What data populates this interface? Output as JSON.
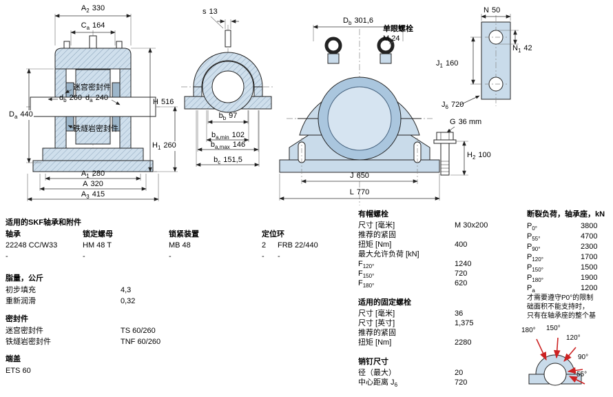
{
  "colors": {
    "drawing_fill": "#c9dbea",
    "hatch_line": "#8aa3ba",
    "load_arrow": "#cc2222"
  },
  "dims": {
    "A2": {
      "b": "A",
      "s": "2",
      "v": "330"
    },
    "Ca": {
      "b": "C",
      "s": "a",
      "v": "164"
    },
    "Da": {
      "b": "D",
      "s": "a",
      "v": "440"
    },
    "db": {
      "b": "d",
      "s": "b",
      "v": "260"
    },
    "da": {
      "b": "d",
      "s": "a",
      "v": "240"
    },
    "H": {
      "b": "H",
      "s": "",
      "v": "516"
    },
    "H1": {
      "b": "H",
      "s": "1",
      "v": "260"
    },
    "A1": {
      "b": "A",
      "s": "1",
      "v": "280"
    },
    "A": {
      "b": "A",
      "s": "",
      "v": "320"
    },
    "A3": {
      "b": "A",
      "s": "3",
      "v": "415"
    },
    "s": {
      "b": "s",
      "s": "",
      "v": "13"
    },
    "bb": {
      "b": "b",
      "s": "b",
      "v": "97"
    },
    "bamin": {
      "b": "b",
      "s": "a,min",
      "v": "102"
    },
    "bamax": {
      "b": "b",
      "s": "a,max",
      "v": "146"
    },
    "bc": {
      "b": "b",
      "s": "c",
      "v": "151,5"
    },
    "Db": {
      "b": "D",
      "s": "b",
      "v": "301,6"
    },
    "N": {
      "b": "N",
      "s": "",
      "v": "50"
    },
    "N1": {
      "b": "N",
      "s": "1",
      "v": "42"
    },
    "J1": {
      "b": "J",
      "s": "1",
      "v": "160"
    },
    "J6": {
      "b": "J",
      "s": "6",
      "v": "720"
    },
    "G": {
      "b": "G",
      "s": "",
      "v": "36 mm"
    },
    "H2": {
      "b": "H",
      "s": "2",
      "v": "100"
    },
    "J": {
      "b": "J",
      "s": "",
      "v": "650"
    },
    "L": {
      "b": "L",
      "s": "",
      "v": "770"
    }
  },
  "drawing_labels": {
    "labyrinth_seal": "迷宫密封件",
    "taconite_seal": "铁燧岩密封件",
    "eye_bolt_title": "单眼螺栓",
    "eye_bolt_size": "M 24"
  },
  "bearings": {
    "title": "适用的SKF轴承和附件",
    "col1": {
      "label": "轴承",
      "value": "22248 CC/W33",
      "dash": "-"
    },
    "col2": {
      "label": "锁定螺母",
      "value": "HM 48 T",
      "dash": "-"
    },
    "col3": {
      "label": "锁紧装置",
      "value": "MB 48",
      "dash": "-"
    },
    "col4": {
      "label": "定位环",
      "qty": "2",
      "value": "FRB 22/440",
      "dash": "-",
      "dash2": "-"
    }
  },
  "grease": {
    "title": "脂量，公斤",
    "r1": {
      "label": "初步填充",
      "value": "4,3"
    },
    "r2": {
      "label": "重新润滑",
      "value": "0,32"
    }
  },
  "seals": {
    "title": "密封件",
    "r1": {
      "label": "迷宫密封件",
      "value": "TS 60/260"
    },
    "r2": {
      "label": "铁燧岩密封件",
      "value": "TNF 60/260"
    }
  },
  "end_cover": {
    "title": "端盖",
    "value": "ETS 60"
  },
  "cap_bolts": {
    "title": "有帽螺栓",
    "r1": {
      "label": "尺寸 [毫米]",
      "value": "M 30x200"
    },
    "r2": {
      "label": "推荐的紧固",
      "value": ""
    },
    "r3": {
      "label": "扭矩 [Nm]",
      "value": "400"
    },
    "r4": {
      "label": "最大允许负荷 [kN]",
      "value": ""
    },
    "f120": {
      "b": "F",
      "s": "120°",
      "v": "1240"
    },
    "f150": {
      "b": "F",
      "s": "150°",
      "v": "720"
    },
    "f180": {
      "b": "F",
      "s": "180°",
      "v": "620"
    }
  },
  "attachment_bolts": {
    "title": "适用的固定螺栓",
    "r1": {
      "label": "尺寸 [毫米]",
      "value": "36"
    },
    "r2": {
      "label": "尺寸 [英寸]",
      "value": "1,375"
    },
    "r3": {
      "label": "推荐的紧固",
      "value": ""
    },
    "r4": {
      "label": "扭矩 [Nm]",
      "value": "2280"
    }
  },
  "pins": {
    "title": "销钉尺寸",
    "r1": {
      "label": "径（最大）",
      "value": "20"
    },
    "r2": {
      "label": "中心距离 J",
      "sub": "6",
      "value": "720"
    }
  },
  "breaking_load": {
    "title": "断裂负荷，轴承座，kN",
    "p0": {
      "b": "P",
      "s": "0°",
      "v": "3800"
    },
    "p55": {
      "b": "P",
      "s": "55°",
      "v": "4700"
    },
    "p90": {
      "b": "P",
      "s": "90°",
      "v": "2300"
    },
    "p120": {
      "b": "P",
      "s": "120°",
      "v": "1700"
    },
    "p150": {
      "b": "P",
      "s": "150°",
      "v": "1500"
    },
    "p180": {
      "b": "P",
      "s": "180°",
      "v": "1900"
    },
    "pa": {
      "b": "P",
      "s": "a",
      "v": "1200"
    },
    "note1": "才需要遵守P0°的限制",
    "note2": "础面积不能支持时，",
    "note3": "只有在轴承座的整个基",
    "angles": {
      "a180": "180°",
      "a150": "150°",
      "a120": "120°",
      "a90": "90°",
      "a55": "55°"
    }
  }
}
